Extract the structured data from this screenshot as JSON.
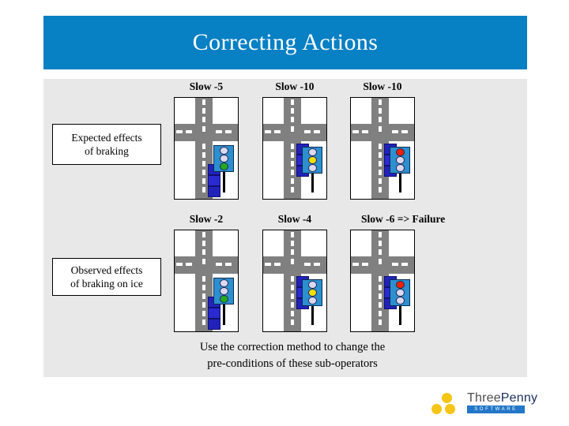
{
  "slide": {
    "title": "Correcting Actions",
    "title_bg": "#0780c4",
    "panel_bg": "#e8e8e8"
  },
  "row_labels": {
    "expected": {
      "line1": "Expected effects",
      "line2": "of braking"
    },
    "observed": {
      "line1": "Observed effects",
      "line2": "of braking on ice"
    }
  },
  "scenes": [
    {
      "id": "expected-1",
      "title": "Slow -5",
      "light": "green",
      "light_color": "#22aa22",
      "car_position": "far",
      "row": "expected"
    },
    {
      "id": "expected-2",
      "title": "Slow -10",
      "light": "yellow",
      "light_color": "#f2e000",
      "car_position": "near",
      "row": "expected"
    },
    {
      "id": "expected-3",
      "title": "Slow -10",
      "light": "red",
      "light_color": "#ee2200",
      "car_position": "near",
      "row": "expected"
    },
    {
      "id": "observed-1",
      "title": "Slow -2",
      "light": "green",
      "light_color": "#22aa22",
      "car_position": "far",
      "row": "observed"
    },
    {
      "id": "observed-2",
      "title": "Slow -4",
      "light": "yellow",
      "light_color": "#f2e000",
      "car_position": "near",
      "row": "observed"
    },
    {
      "id": "observed-3",
      "title": "Slow -6  => Failure",
      "light": "red",
      "light_color": "#ee2200",
      "car_position": "near",
      "row": "observed"
    }
  ],
  "caption": {
    "line1": "Use the correction method to change the",
    "line2": "pre-conditions of these sub-operators"
  },
  "logo": {
    "word_first": "Three",
    "word_second": "Penny",
    "tagline": "SOFTWARE",
    "dot_color": "#f5c518",
    "bar_color": "#2277c8"
  }
}
